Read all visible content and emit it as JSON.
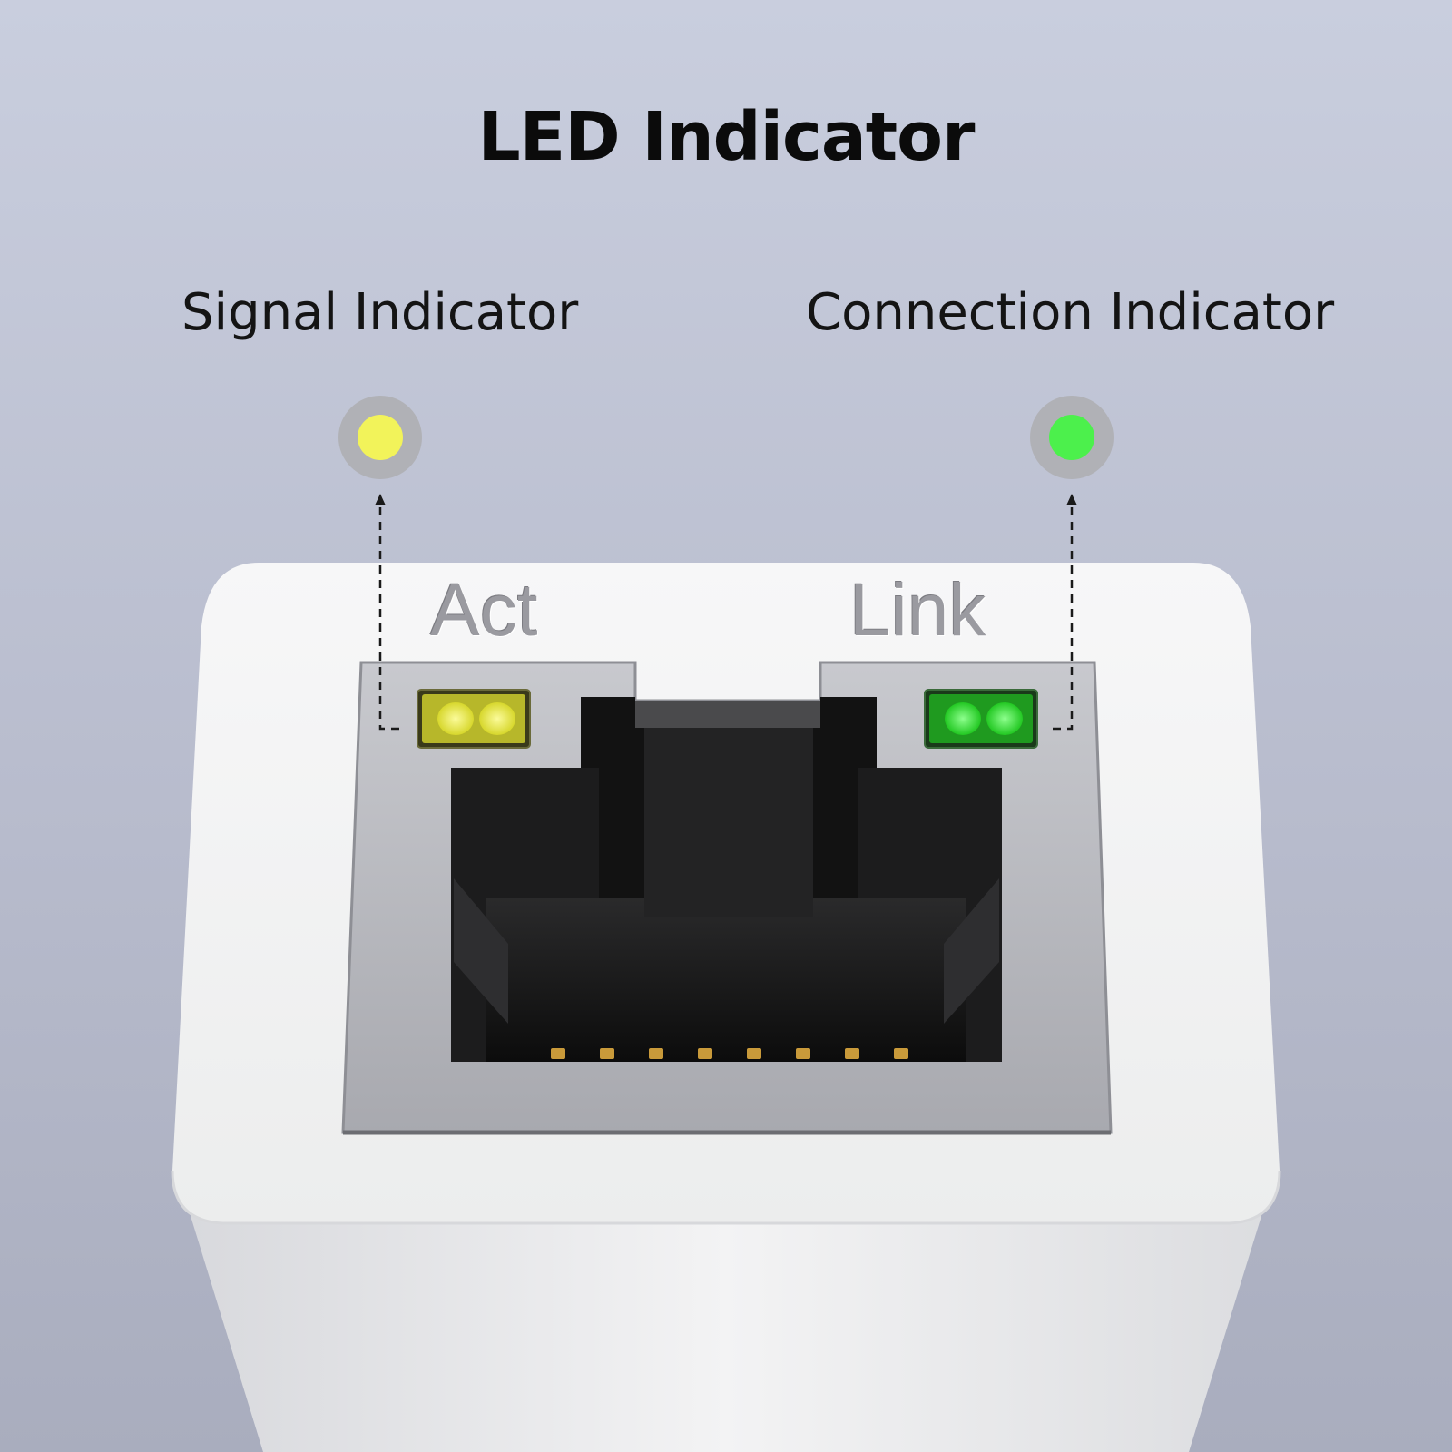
{
  "title": "LED Indicator",
  "indicators": [
    {
      "label": "Signal Indicator",
      "port_label": "Act",
      "color": "#f2f35a",
      "led_color": "#e6e638"
    },
    {
      "label": "Connection Indicator",
      "port_label": "Link",
      "color": "#4cf04c",
      "led_color": "#3ee03e"
    }
  ],
  "colors": {
    "background_top": "#c9cede",
    "housing": "#f4f4f5",
    "metal_frame": "#b9bac0",
    "port_interior": "#141414",
    "pins": "#c99a3a"
  }
}
